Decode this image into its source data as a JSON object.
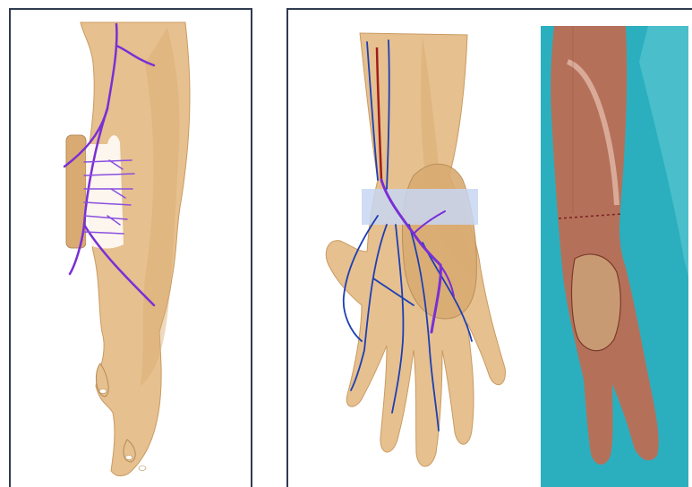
{
  "figure": {
    "panels": [
      {
        "id": "left",
        "content": "flap-harvest-illustration"
      },
      {
        "id": "right",
        "content": "hand-flap-inset-illustration-and-photo"
      }
    ]
  },
  "colors": {
    "skin": "#e6c08f",
    "skin_shade": "#d9ab72",
    "skin_outline": "#b58a55",
    "vein_purple": "#7a2fd6",
    "vein_blue": "#1c3fb5",
    "artery_red": "#a11b1b",
    "bandage": "#c7d6f2",
    "panel_border": "#2f3b50",
    "drape": "#2fb8c6",
    "photo_skin": "#b5705a"
  },
  "icons": []
}
